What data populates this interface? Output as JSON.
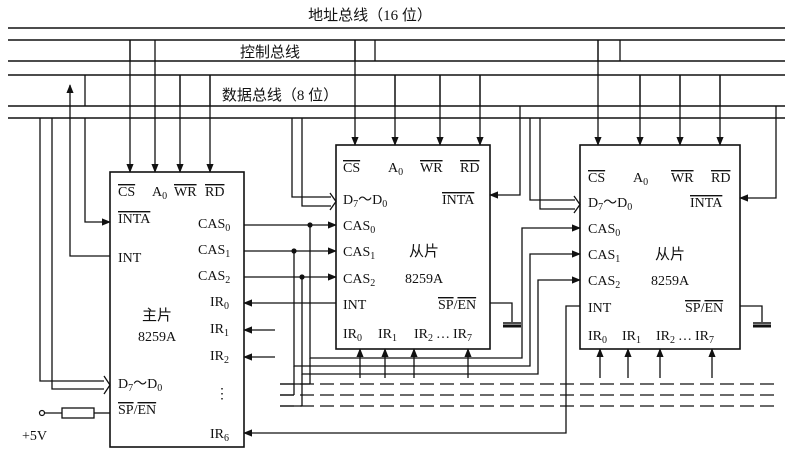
{
  "buses": {
    "address": "地址总线（16 位）",
    "control": "控制总线",
    "data": "数据总线（8 位）"
  },
  "master": {
    "role": "主片",
    "chip": "8259A",
    "pins": {
      "cs": "CS",
      "a0": "A",
      "a0_sub": "0",
      "wr": "WR",
      "rd": "RD",
      "inta": "INTA",
      "int": "INT",
      "cas_main": "CAS",
      "cas0_sub": "0",
      "cas1_sub": "1",
      "cas2_sub": "2",
      "ir_main": "IR",
      "ir0_sub": "0",
      "ir1_sub": "1",
      "ir2_sub": "2",
      "ir6_sub": "6",
      "dots": "⋮",
      "d_main": "D",
      "d7_sub": "7",
      "tilde": "～",
      "d0_sub": "0",
      "sp_en_left": "SP",
      "sp_en_right": "EN",
      "slash": "/"
    }
  },
  "slave1": {
    "role": "从片",
    "chip": "8259A",
    "pins": {
      "cs": "CS",
      "a0": "A",
      "a0_sub": "0",
      "wr": "WR",
      "rd": "RD",
      "d_main": "D",
      "d7_sub": "7",
      "tilde": "～",
      "d0_sub": "0",
      "inta": "INTA",
      "cas_main": "CAS",
      "cas0_sub": "0",
      "cas1_sub": "1",
      "cas2_sub": "2",
      "int": "INT",
      "sp_en_left": "SP",
      "sp_en_right": "EN",
      "slash": "/",
      "ir_main": "IR",
      "ir0_sub": "0",
      "ir1_sub": "1",
      "ir2_sub": "2",
      "ir7_sub": "7",
      "ellipsis": "…"
    }
  },
  "slave2": {
    "role": "从片",
    "chip": "8259A",
    "pins": {
      "cs": "CS",
      "a0": "A",
      "a0_sub": "0",
      "wr": "WR",
      "rd": "RD",
      "d_main": "D",
      "d7_sub": "7",
      "tilde": "～",
      "d0_sub": "0",
      "inta": "INTA",
      "cas_main": "CAS",
      "cas0_sub": "0",
      "cas1_sub": "1",
      "cas2_sub": "2",
      "int": "INT",
      "sp_en_left": "SP",
      "sp_en_right": "EN",
      "slash": "/",
      "ir_main": "IR",
      "ir0_sub": "0",
      "ir1_sub": "1",
      "ir2_sub": "2",
      "ir7_sub": "7",
      "ellipsis": "…"
    }
  },
  "power": {
    "label": "+5V"
  }
}
